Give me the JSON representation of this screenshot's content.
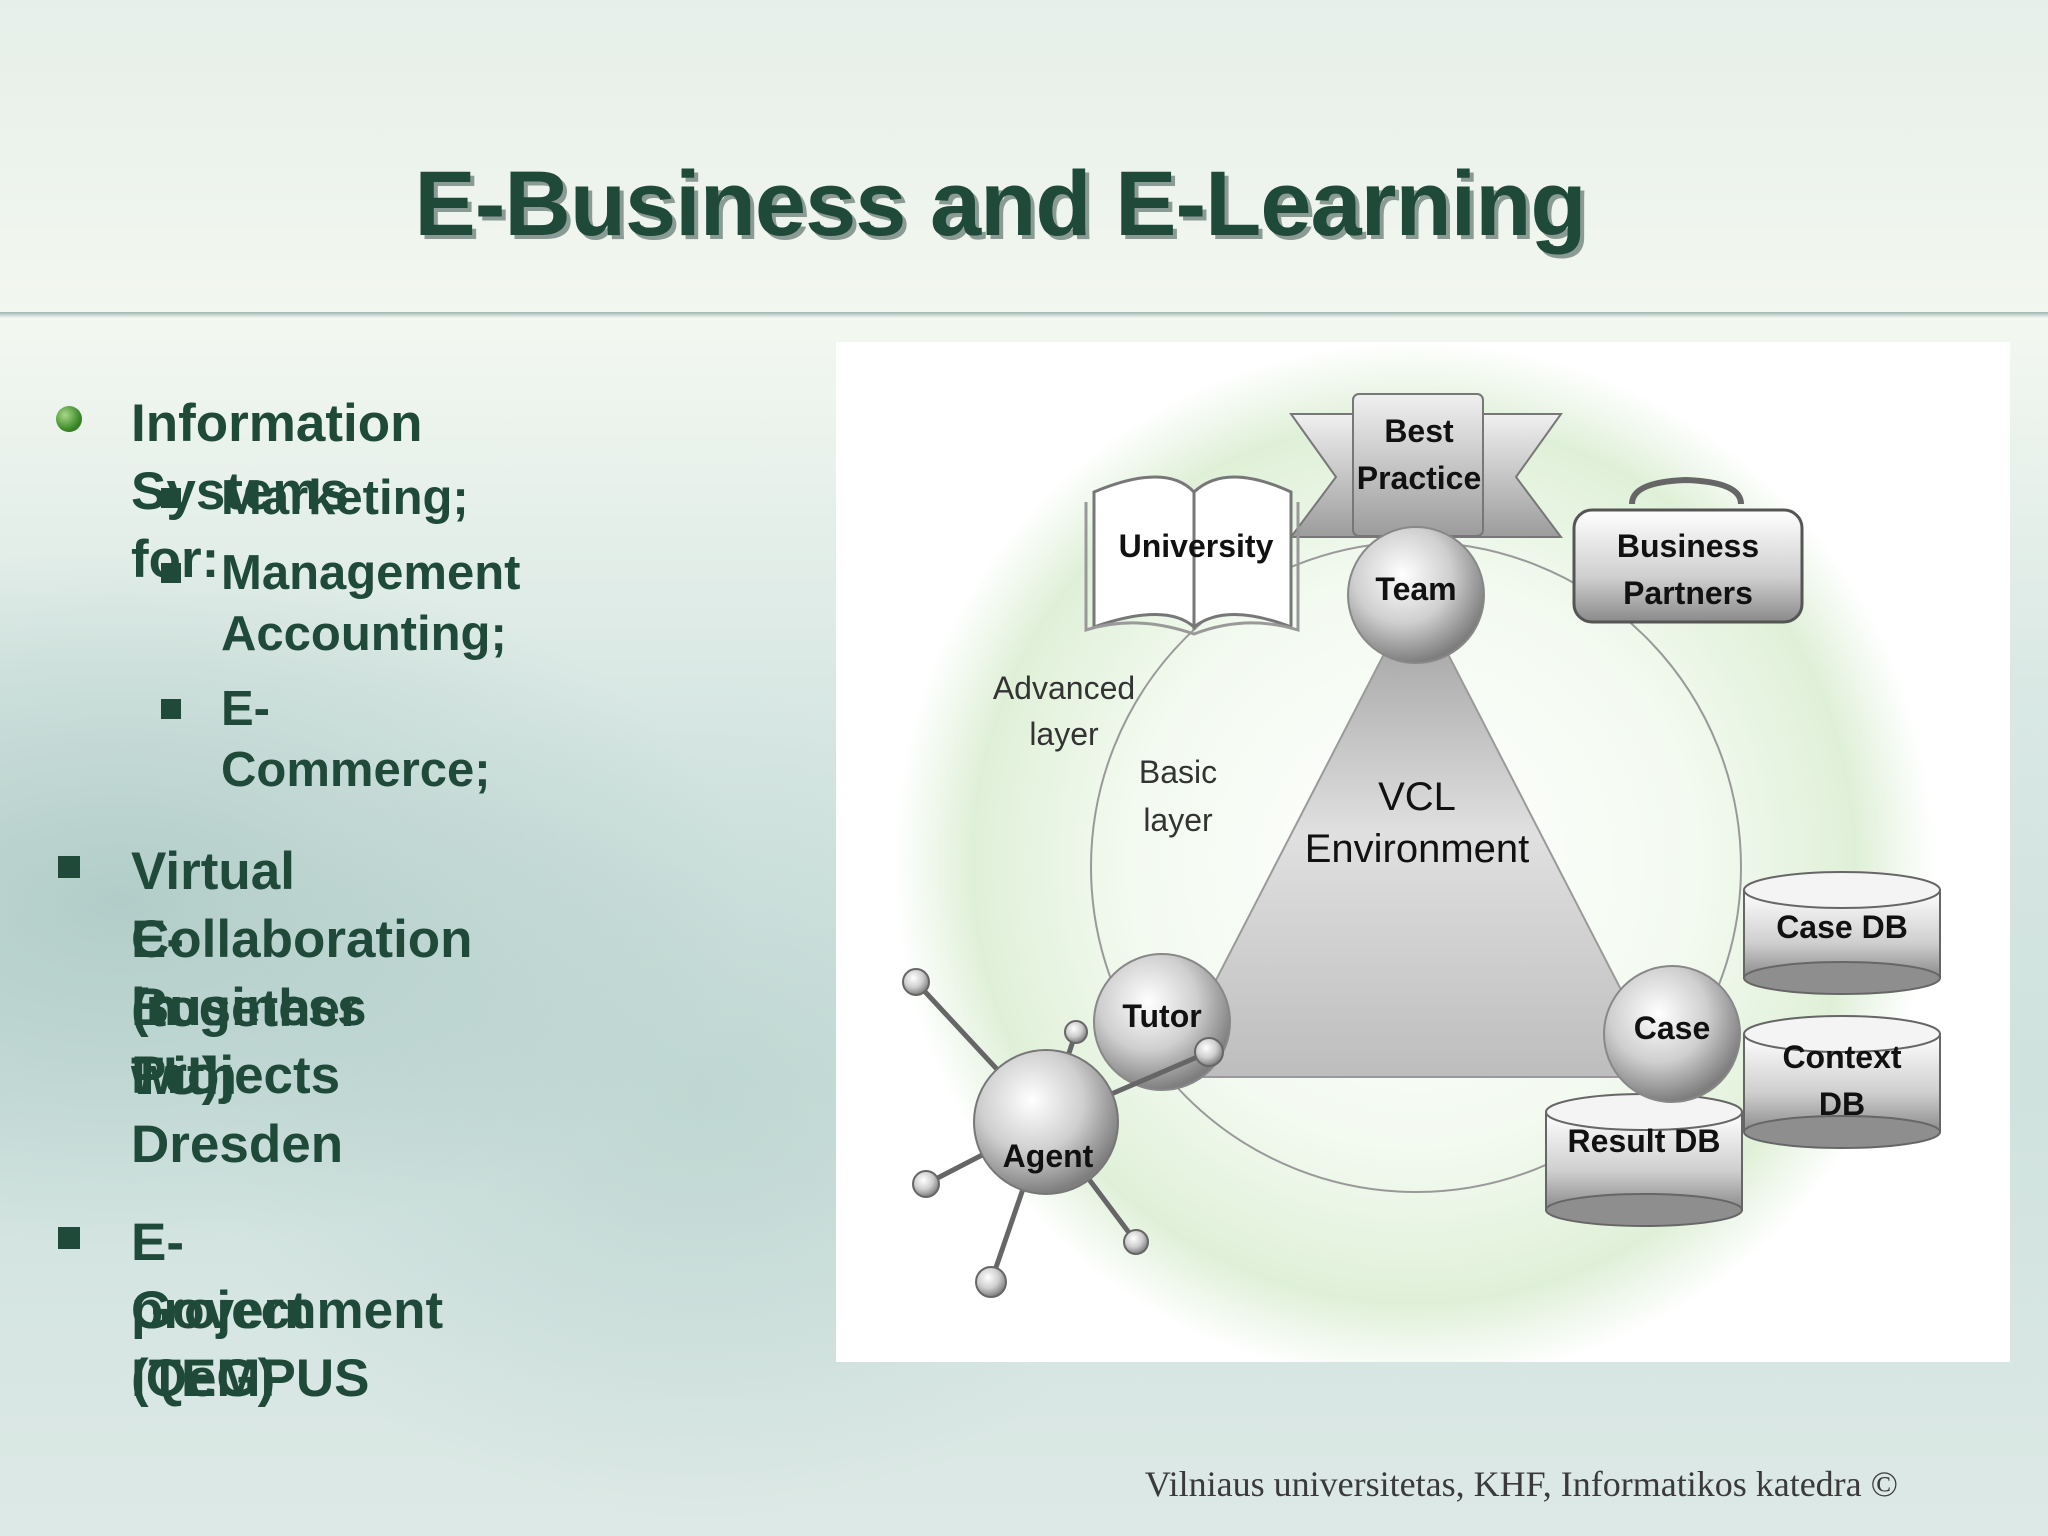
{
  "slide": {
    "title": "E-Business and E-Learning",
    "footer": "Vilniaus universitetas, KHF, Informatikos katedra ©"
  },
  "bullets": [
    {
      "text": "Information Systems for:",
      "sub": [
        "Marketing;",
        "Management",
        "Accounting;",
        "E-Commerce;"
      ]
    },
    {
      "lines": [
        "Virtual Collaboration in",
        "E-Business Projects",
        "(together with Dresden",
        "TU);"
      ]
    },
    {
      "lines": [
        "E-Government (TEMPUS",
        "project IQeG)"
      ]
    }
  ],
  "diagram": {
    "center": [
      "VCL",
      "Environment"
    ],
    "nodes": {
      "team": "Team",
      "tutor": "Tutor",
      "case": "Case",
      "agent": "Agent"
    },
    "layers": {
      "advanced": [
        "Advanced",
        "layer"
      ],
      "basic": [
        "Basic",
        "layer"
      ]
    },
    "partners": {
      "best_practice": [
        "Best",
        "Practice"
      ],
      "university": "University",
      "business_partners": [
        "Business",
        "Partners"
      ]
    },
    "databases": {
      "case_db": "Case DB",
      "context_db": [
        "Context",
        "DB"
      ],
      "result_db": "Result DB"
    }
  }
}
